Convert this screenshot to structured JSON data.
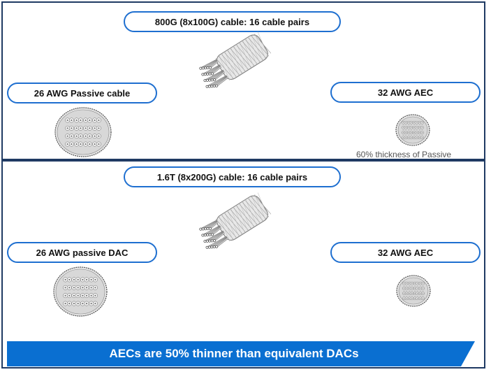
{
  "top": {
    "title": "800G (8x100G) cable: 16 cable pairs",
    "left_label": "26 AWG Passive cable",
    "right_label": "32 AWG AEC",
    "note": "60% thickness of Passive"
  },
  "bottom": {
    "title": "1.6T (8x200G) cable: 16 cable pairs",
    "left_label": "26 AWG passive DAC",
    "right_label": "32 AWG AEC"
  },
  "banner": {
    "text": "AECs are 50% thinner than equivalent DACs",
    "color": "#0a6fd1"
  },
  "colors": {
    "pill_border": "#1e6fd0",
    "panel_border": "#1f3a63"
  }
}
